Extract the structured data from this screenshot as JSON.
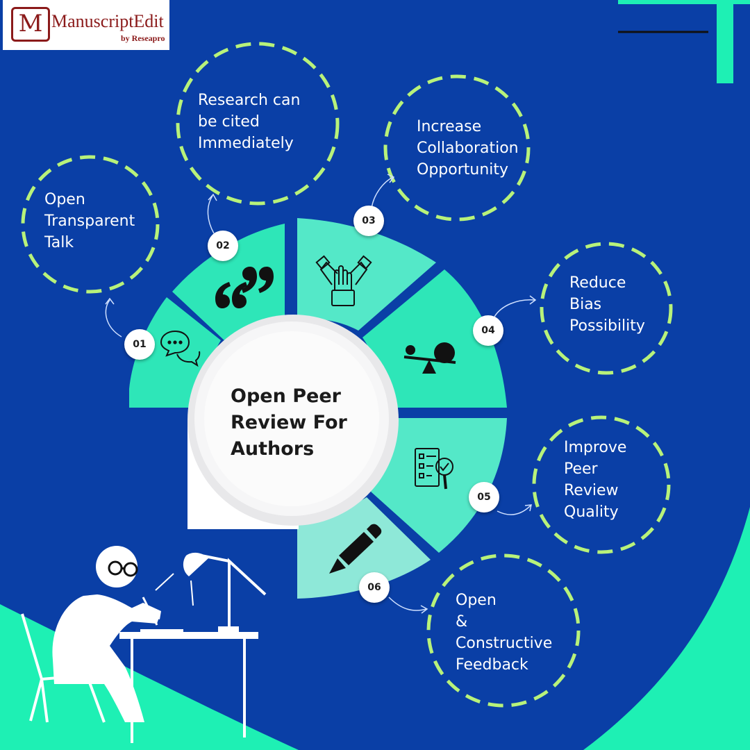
{
  "brand": {
    "name": "ManuscriptEdit",
    "byline": "by Reseapro",
    "mark": "M"
  },
  "center": {
    "title": "Open Peer\nReview For\nAuthors"
  },
  "benefits": [
    {
      "number": "01",
      "text": "Open\nTransparent\nTalk",
      "icon": "chat-bubbles-icon"
    },
    {
      "number": "02",
      "text": "Research can\nbe cited\nImmediately",
      "icon": "quote-marks-icon"
    },
    {
      "number": "03",
      "text": "Increase\nCollaboration\nOpportunity",
      "icon": "collaboration-hands-icon"
    },
    {
      "number": "04",
      "text": "Reduce\nBias\nPossibility",
      "icon": "balance-scale-icon"
    },
    {
      "number": "05",
      "text": "Improve\nPeer\nReview\nQuality",
      "icon": "checklist-magnifier-icon"
    },
    {
      "number": "06",
      "text": "Open\n &\nConstructive\nFeedback",
      "icon": "pencil-icon"
    }
  ],
  "colors": {
    "background": "#0a3fa6",
    "accent": "#1ef0b4",
    "segment_light": "#5ce8c6",
    "dashed_ring": "#b8f27a",
    "logo_red": "#8b1a1a"
  }
}
